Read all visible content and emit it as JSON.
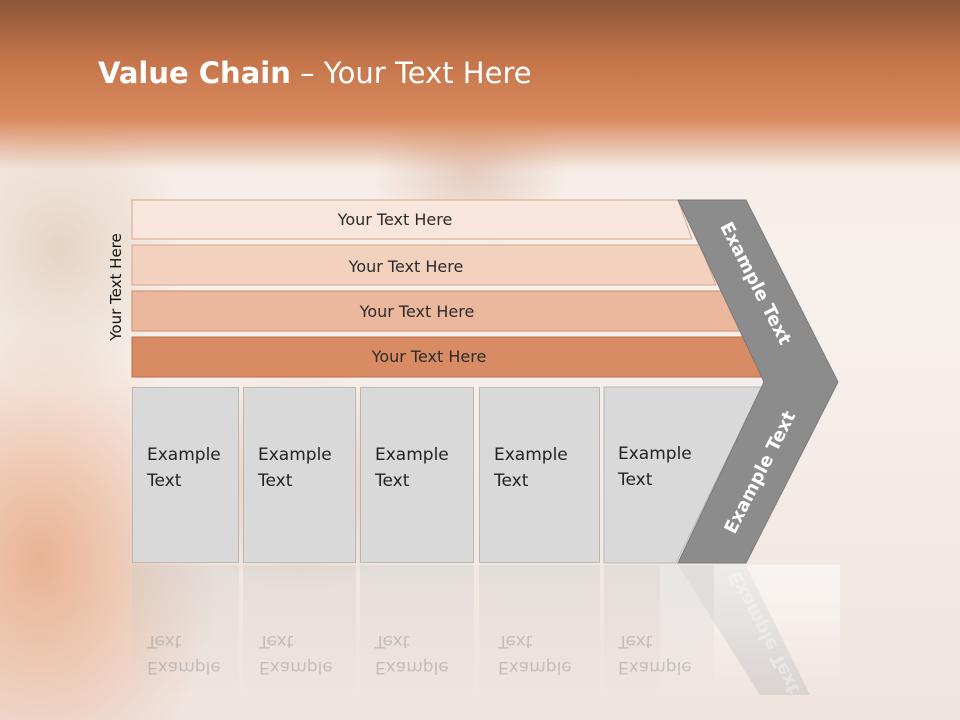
{
  "slide": {
    "title_bold": "Value Chain",
    "title_rest": " – Your Text Here",
    "side_label": "Your Text Here",
    "bars": [
      {
        "label": "Your Text Here",
        "color": "#f8e6dc"
      },
      {
        "label": "Your Text Here",
        "color": "#f2d2bf"
      },
      {
        "label": "Your Text Here",
        "color": "#ebb89d"
      },
      {
        "label": "Your Text Here",
        "color": "#d98c63"
      }
    ],
    "boxes": [
      {
        "line1": "Example",
        "line2": "Text"
      },
      {
        "line1": "Example",
        "line2": "Text"
      },
      {
        "line1": "Example",
        "line2": "Text"
      },
      {
        "line1": "Example",
        "line2": "Text"
      },
      {
        "line1": "Example",
        "line2": "Text"
      }
    ],
    "chevron_top": "Example Text",
    "chevron_bottom": "Example Text",
    "colors": {
      "accent": "#cf7a4d",
      "chevron": "#8c8c8c",
      "box": "#d9d9d9"
    }
  }
}
